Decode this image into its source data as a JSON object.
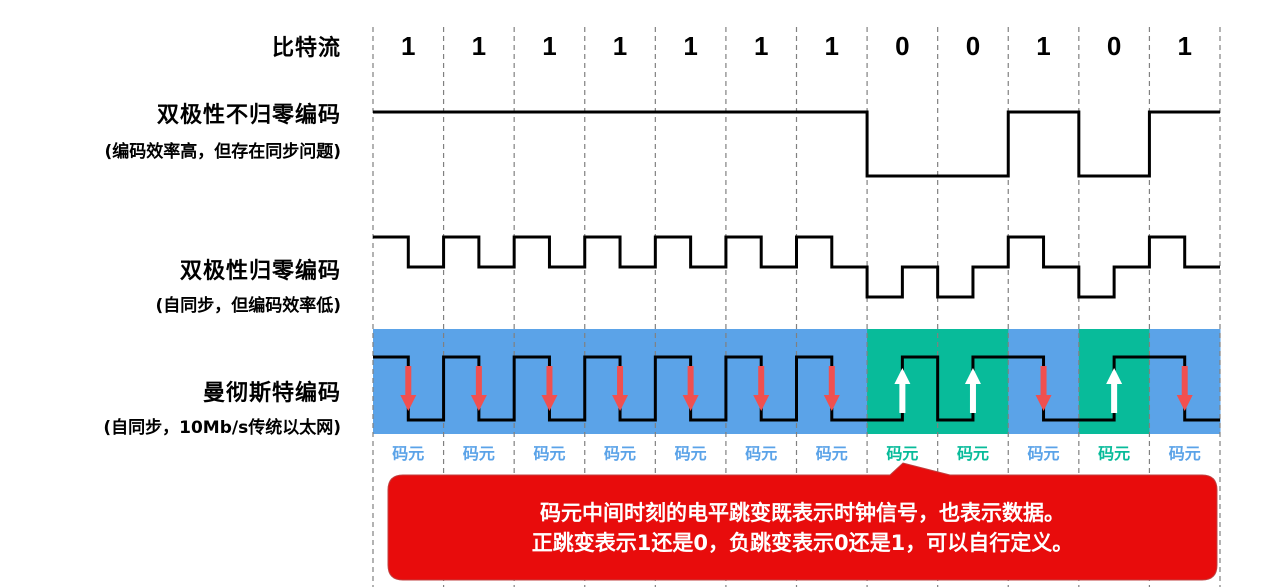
{
  "labels": {
    "bitstream": "比特流",
    "nrz_title": "双极性不归零编码",
    "nrz_sub": "(编码效率高，但存在同步问题)",
    "rz_title": "双极性归零编码",
    "rz_sub": "(自同步，但编码效率低)",
    "manchester_title": "曼彻斯特编码",
    "manchester_sub": "(自同步，10Mb/s传统以太网)"
  },
  "symbol_label": "码元",
  "callout": {
    "line1": "码元中间时刻的电平跳变既表示时钟信号，也表示数据。",
    "line2": "正跳变表示1还是0，负跳变表示0还是1，可以自行定义。"
  },
  "colors": {
    "one_band": "#5BA3E8",
    "zero_band": "#08BB9A",
    "down_arrow": "#F05050",
    "up_arrow": "#FFFFFF",
    "callout_bg": "#E80C0C",
    "grid": "#808080",
    "signal": "#000000"
  },
  "chart_data": {
    "type": "line",
    "title": "Line coding comparison",
    "bits": [
      1,
      1,
      1,
      1,
      1,
      1,
      1,
      0,
      0,
      1,
      0,
      1
    ],
    "series": [
      {
        "name": "双极性不归零编码",
        "levels_per_bit": [
          1,
          1,
          1,
          1,
          1,
          1,
          1,
          -1,
          -1,
          1,
          -1,
          1
        ]
      },
      {
        "name": "双极性归零编码",
        "levels_per_half_bit": [
          1,
          0,
          1,
          0,
          1,
          0,
          1,
          0,
          1,
          0,
          1,
          0,
          1,
          0,
          -1,
          0,
          -1,
          0,
          1,
          0,
          -1,
          0,
          1,
          0
        ]
      },
      {
        "name": "曼彻斯特编码",
        "transitions": [
          "down",
          "down",
          "down",
          "down",
          "down",
          "down",
          "down",
          "up",
          "up",
          "down",
          "up",
          "down"
        ]
      }
    ],
    "grid": true
  }
}
